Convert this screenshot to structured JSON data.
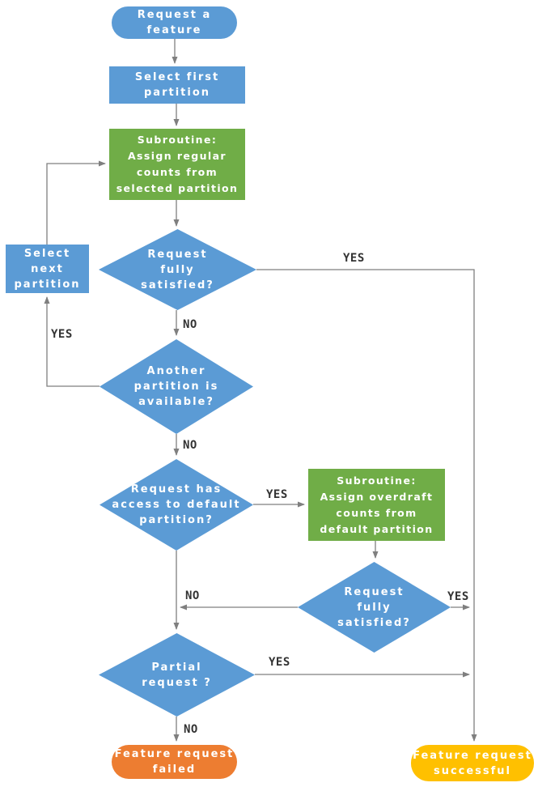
{
  "colors": {
    "process": "#5B9BD5",
    "subroutine": "#70AD47",
    "failed": "#ED7D31",
    "success": "#FFC000",
    "connector": "#7F7F7F",
    "edge_label_text": "#333333",
    "node_text": "#FFFFFF",
    "bg": "#FFFFFF"
  },
  "nodes": {
    "start": {
      "label": "Request a\nfeature",
      "type": "terminator"
    },
    "select_first": {
      "label": "Select first\npartition",
      "type": "process"
    },
    "sub_regular": {
      "label": "Subroutine:\nAssign regular\ncounts from\nselected partition",
      "type": "subroutine"
    },
    "d1": {
      "label": "Request\nfully\nsatisfied?",
      "type": "decision"
    },
    "select_next": {
      "label": "Select\nnext\npartition",
      "type": "process"
    },
    "d2": {
      "label": "Another\npartition is\navailable?",
      "type": "decision"
    },
    "d3": {
      "label": "Request has\naccess to default\npartition?",
      "type": "decision"
    },
    "sub_overdraft": {
      "label": "Subroutine:\nAssign overdraft\ncounts from\ndefault partition",
      "type": "subroutine"
    },
    "d4": {
      "label": "Request\nfully\nsatisfied?",
      "type": "decision"
    },
    "d5": {
      "label": "Partial\nrequest ?",
      "type": "decision"
    },
    "failed": {
      "label": "Feature request\nfailed",
      "type": "terminator"
    },
    "successful": {
      "label": "Feature request\nsuccessful",
      "type": "terminator"
    }
  },
  "edge_labels": {
    "d1_yes": "YES",
    "d1_no": "NO",
    "d2_yes": "YES",
    "d2_no": "NO",
    "d3_yes": "YES",
    "d4_yes": "YES",
    "d4_no": "NO",
    "d5_yes": "YES",
    "d5_no": "NO"
  }
}
